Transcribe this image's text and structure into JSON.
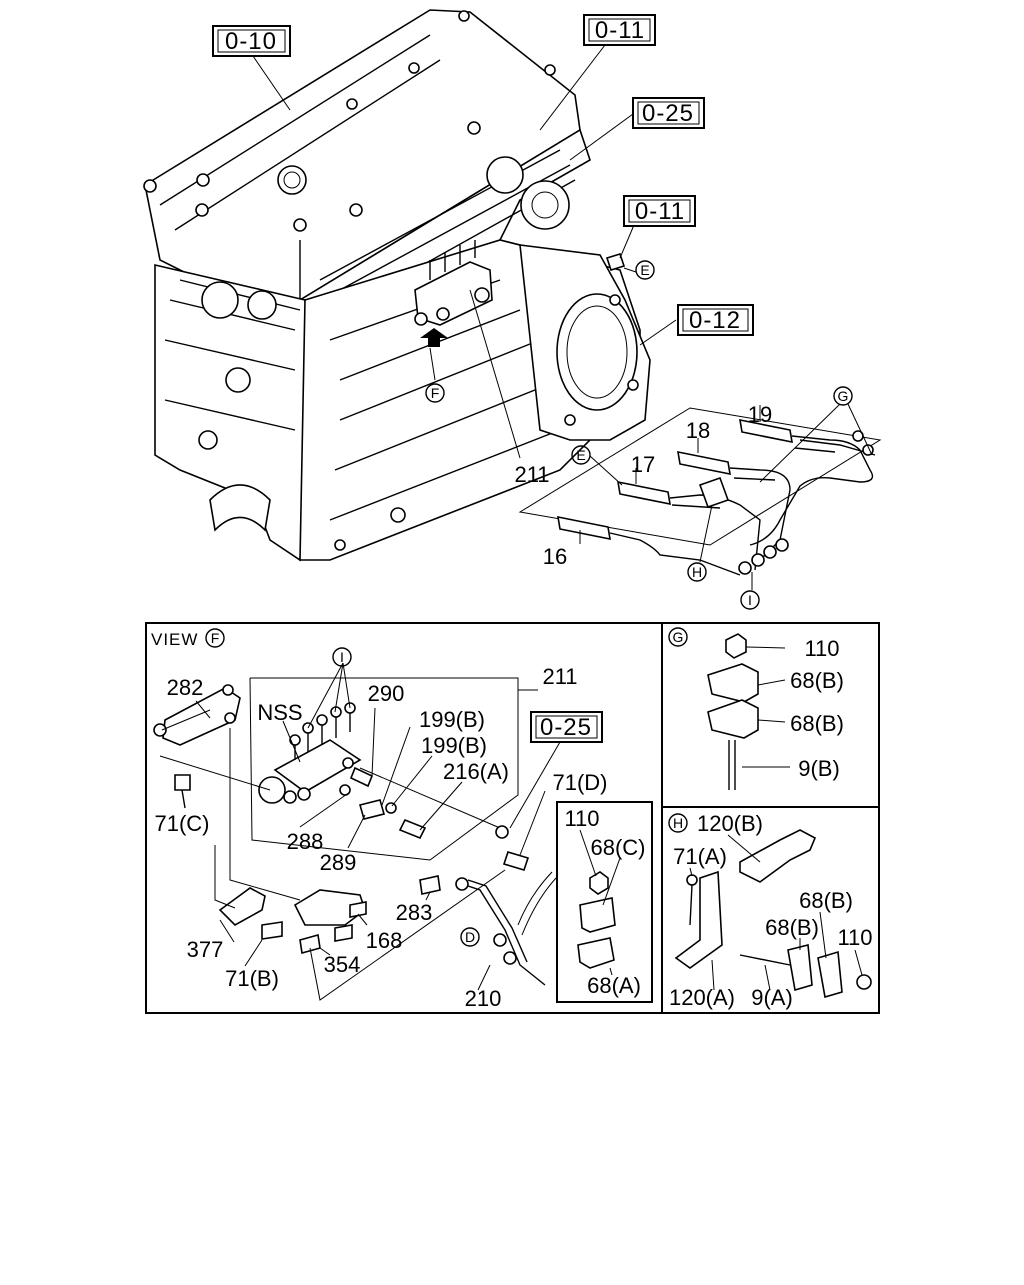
{
  "ref_boxes": {
    "head_cover": "0-10",
    "ref_top": "0-11",
    "ref_right": "0-25",
    "ref_mid": "0-11",
    "ref_block": "0-12",
    "ref_view": "0-25"
  },
  "circles": {
    "e_top": "E",
    "f_engine": "F",
    "e_lines": "E",
    "g_top": "G",
    "h_lines": "H",
    "i_lines": "I",
    "view_f": "F",
    "i_view": "I",
    "d_view": "D",
    "g_panel": "G",
    "h_panel": "H"
  },
  "upper_labels": {
    "p211": "211",
    "p19": "19",
    "p18": "18",
    "p17": "17",
    "p16": "16"
  },
  "view_f": {
    "title": "VIEW",
    "labels": {
      "p282": "282",
      "nss": "NSS",
      "p290": "290",
      "p199b_1": "199(B)",
      "p199b_2": "199(B)",
      "p216a": "216(A)",
      "p211": "211",
      "p71c": "71(C)",
      "p288": "288",
      "p289": "289",
      "p283": "283",
      "p168": "168",
      "p377": "377",
      "p354": "354",
      "p71b": "71(B)",
      "p210": "210",
      "p71d": "71(D)"
    },
    "inset": {
      "p110": "110",
      "p68c": "68(C)",
      "p68a": "68(A)"
    }
  },
  "panel_g": {
    "p110": "110",
    "p68b_1": "68(B)",
    "p68b_2": "68(B)",
    "p9b": "9(B)"
  },
  "panel_h": {
    "p120b": "120(B)",
    "p71a": "71(A)",
    "p68b_1": "68(B)",
    "p68b_2": "68(B)",
    "p110": "110",
    "p120a": "120(A)",
    "p9a": "9(A)"
  }
}
